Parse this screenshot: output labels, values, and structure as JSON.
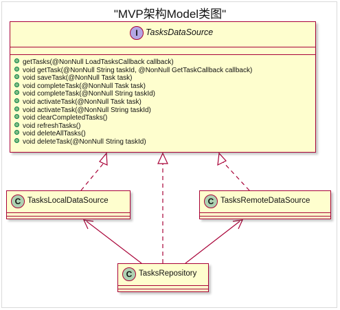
{
  "title": "\"MVP架构Model类图\"",
  "interface": {
    "stereotype_letter": "I",
    "name": "TasksDataSource",
    "methods": [
      "getTasks(@NonNull LoadTasksCallback callback)",
      "void getTask(@NonNull String taskId, @NonNull GetTaskCallback callback)",
      "void saveTask(@NonNull Task task)",
      "void completeTask(@NonNull Task task)",
      "void completeTask(@NonNull String taskId)",
      "void activateTask(@NonNull Task task)",
      "void activateTask(@NonNull String taskId)",
      "void clearCompletedTasks()",
      "void refreshTasks()",
      "void deleteAllTasks()",
      "void deleteTask(@NonNull String taskId)"
    ]
  },
  "classes": {
    "local": {
      "stereotype_letter": "C",
      "name": "TasksLocalDataSource"
    },
    "remote": {
      "stereotype_letter": "C",
      "name": "TasksRemoteDataSource"
    },
    "repository": {
      "stereotype_letter": "C",
      "name": "TasksRepository"
    }
  },
  "colors": {
    "box_fill": "#fefece",
    "box_border": "#a80036",
    "interface_badge": "#b4a7e5",
    "class_badge": "#add1b2",
    "public_method_dot": "#84be84"
  },
  "relations": [
    {
      "from": "TasksLocalDataSource",
      "to": "TasksDataSource",
      "type": "realization"
    },
    {
      "from": "TasksRepository",
      "to": "TasksDataSource",
      "type": "realization"
    },
    {
      "from": "TasksRemoteDataSource",
      "to": "TasksDataSource",
      "type": "realization"
    },
    {
      "from": "TasksRepository",
      "to": "TasksLocalDataSource",
      "type": "association"
    },
    {
      "from": "TasksRepository",
      "to": "TasksRemoteDataSource",
      "type": "association"
    }
  ]
}
